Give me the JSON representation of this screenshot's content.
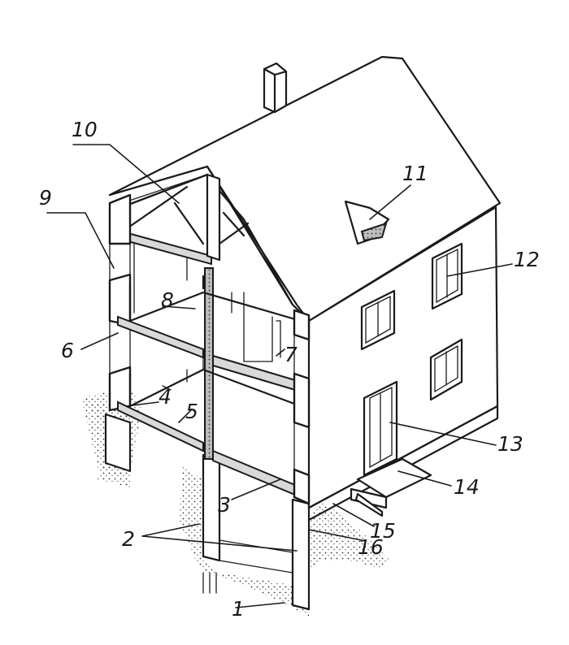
{
  "labels": {
    "l1": "1",
    "l2": "2",
    "l3": "3",
    "l4": "4",
    "l5": "5",
    "l6": "6",
    "l7": "7",
    "l8": "8",
    "l9": "9",
    "l10": "10",
    "l11": "11",
    "l12": "12",
    "l13": "13",
    "l14": "14",
    "l15": "15",
    "l16": "16"
  },
  "colors": {
    "ink": "#1a1a1a",
    "paper": "#ffffff",
    "section_fill": "#d9d9d9"
  }
}
